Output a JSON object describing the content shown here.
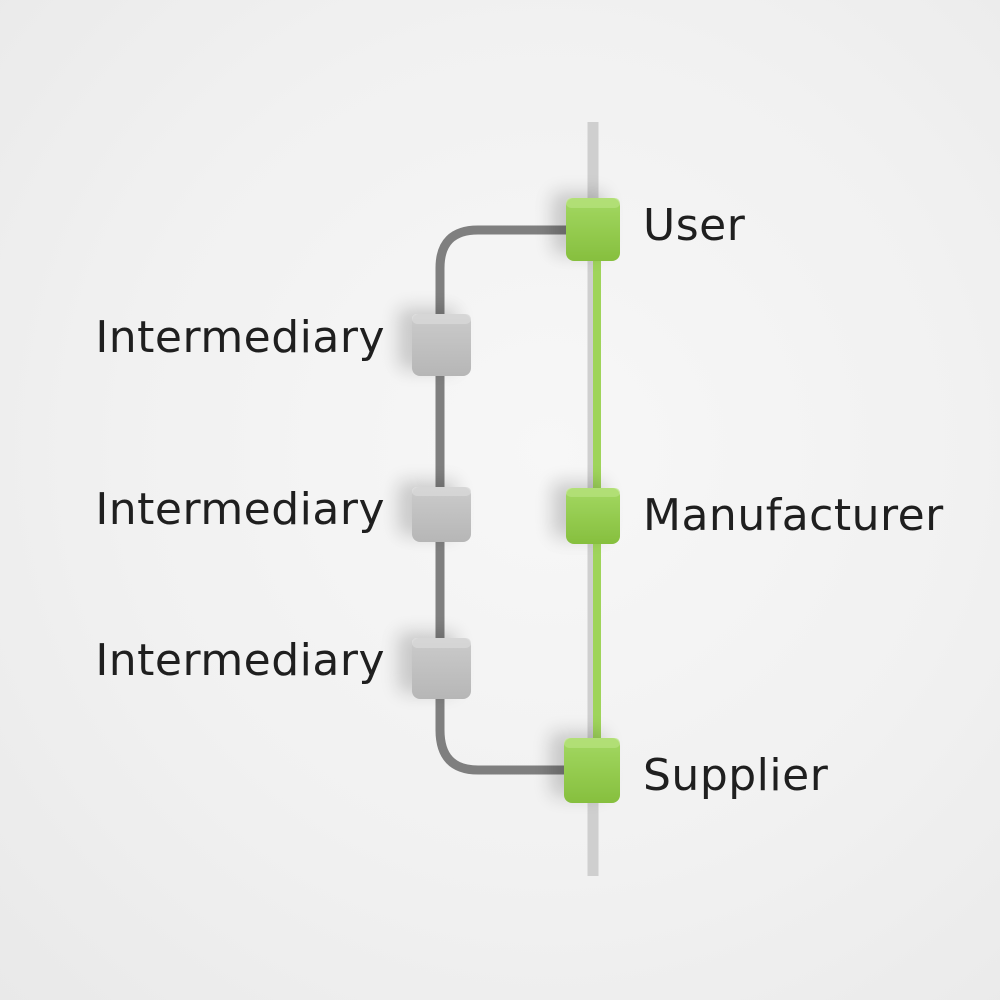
{
  "nodes": {
    "user": {
      "label": "User",
      "color": "#8dc63f"
    },
    "manufacturer": {
      "label": "Manufacturer",
      "color": "#8dc63f"
    },
    "supplier": {
      "label": "Supplier",
      "color": "#8dc63f"
    },
    "intermediary_1": {
      "label": "Intermediary",
      "color": "#bdbdbd"
    },
    "intermediary_2": {
      "label": "Intermediary",
      "color": "#bdbdbd"
    },
    "intermediary_3": {
      "label": "Intermediary",
      "color": "#bdbdbd"
    }
  },
  "colors": {
    "direct_path": "#9fd45a",
    "indirect_path": "#7f7f7f",
    "axis": "#cfcfcf"
  }
}
